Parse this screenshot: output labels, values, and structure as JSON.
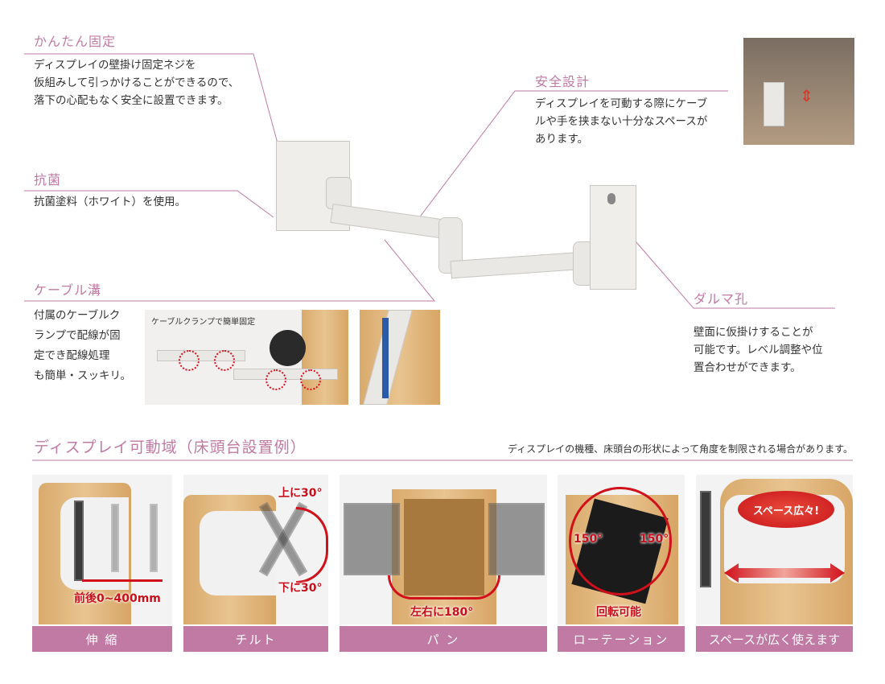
{
  "features": {
    "easy_fix": {
      "title": "かんたん固定",
      "lines": [
        "ディスプレイの壁掛け固定ネジを",
        "仮組みして引っかけることができるので、",
        "落下の心配もなく安全に設置できます。"
      ]
    },
    "antibacterial": {
      "title": "抗菌",
      "lines": [
        "抗菌塗料（ホワイト）を使用。"
      ]
    },
    "cable": {
      "title": "ケーブル溝",
      "lines": [
        "付属のケーブルク",
        "ランプで配線が固",
        "定でき配線処理",
        "も簡単・スッキリ。"
      ],
      "photo_caption": "ケーブルクランプで簡単固定"
    },
    "safety": {
      "title": "安全設計",
      "lines": [
        "ディスプレイを可動する際にケーブ",
        "ルや手を挟まない十分なスペースが",
        "あります。"
      ]
    },
    "daruma": {
      "title": "ダルマ孔",
      "lines": [
        "壁面に仮掛けすることが",
        "可能です。レベル調整や位",
        "置合わせができます。"
      ]
    }
  },
  "range_section": {
    "title": "ディスプレイ可動域（床頭台設置例）",
    "note": "ディスプレイの機種、床頭台の形状によって角度を制限される場合があります。",
    "panels": [
      {
        "label": "伸 縮",
        "annotations": [
          "前後0~400mm"
        ]
      },
      {
        "label": "チルト",
        "annotations": [
          "上に30°",
          "下に30°"
        ]
      },
      {
        "label": "パ ン",
        "annotations": [
          "左右に180°"
        ]
      },
      {
        "label": "ローテーション",
        "annotations": [
          "150°",
          "150°",
          "回転可能"
        ]
      },
      {
        "label": "スペースが広く使えます",
        "annotations": [
          "スペース広々!"
        ]
      }
    ]
  },
  "colors": {
    "accent": "#c07aa4",
    "annotation_red": "#c8101a"
  }
}
